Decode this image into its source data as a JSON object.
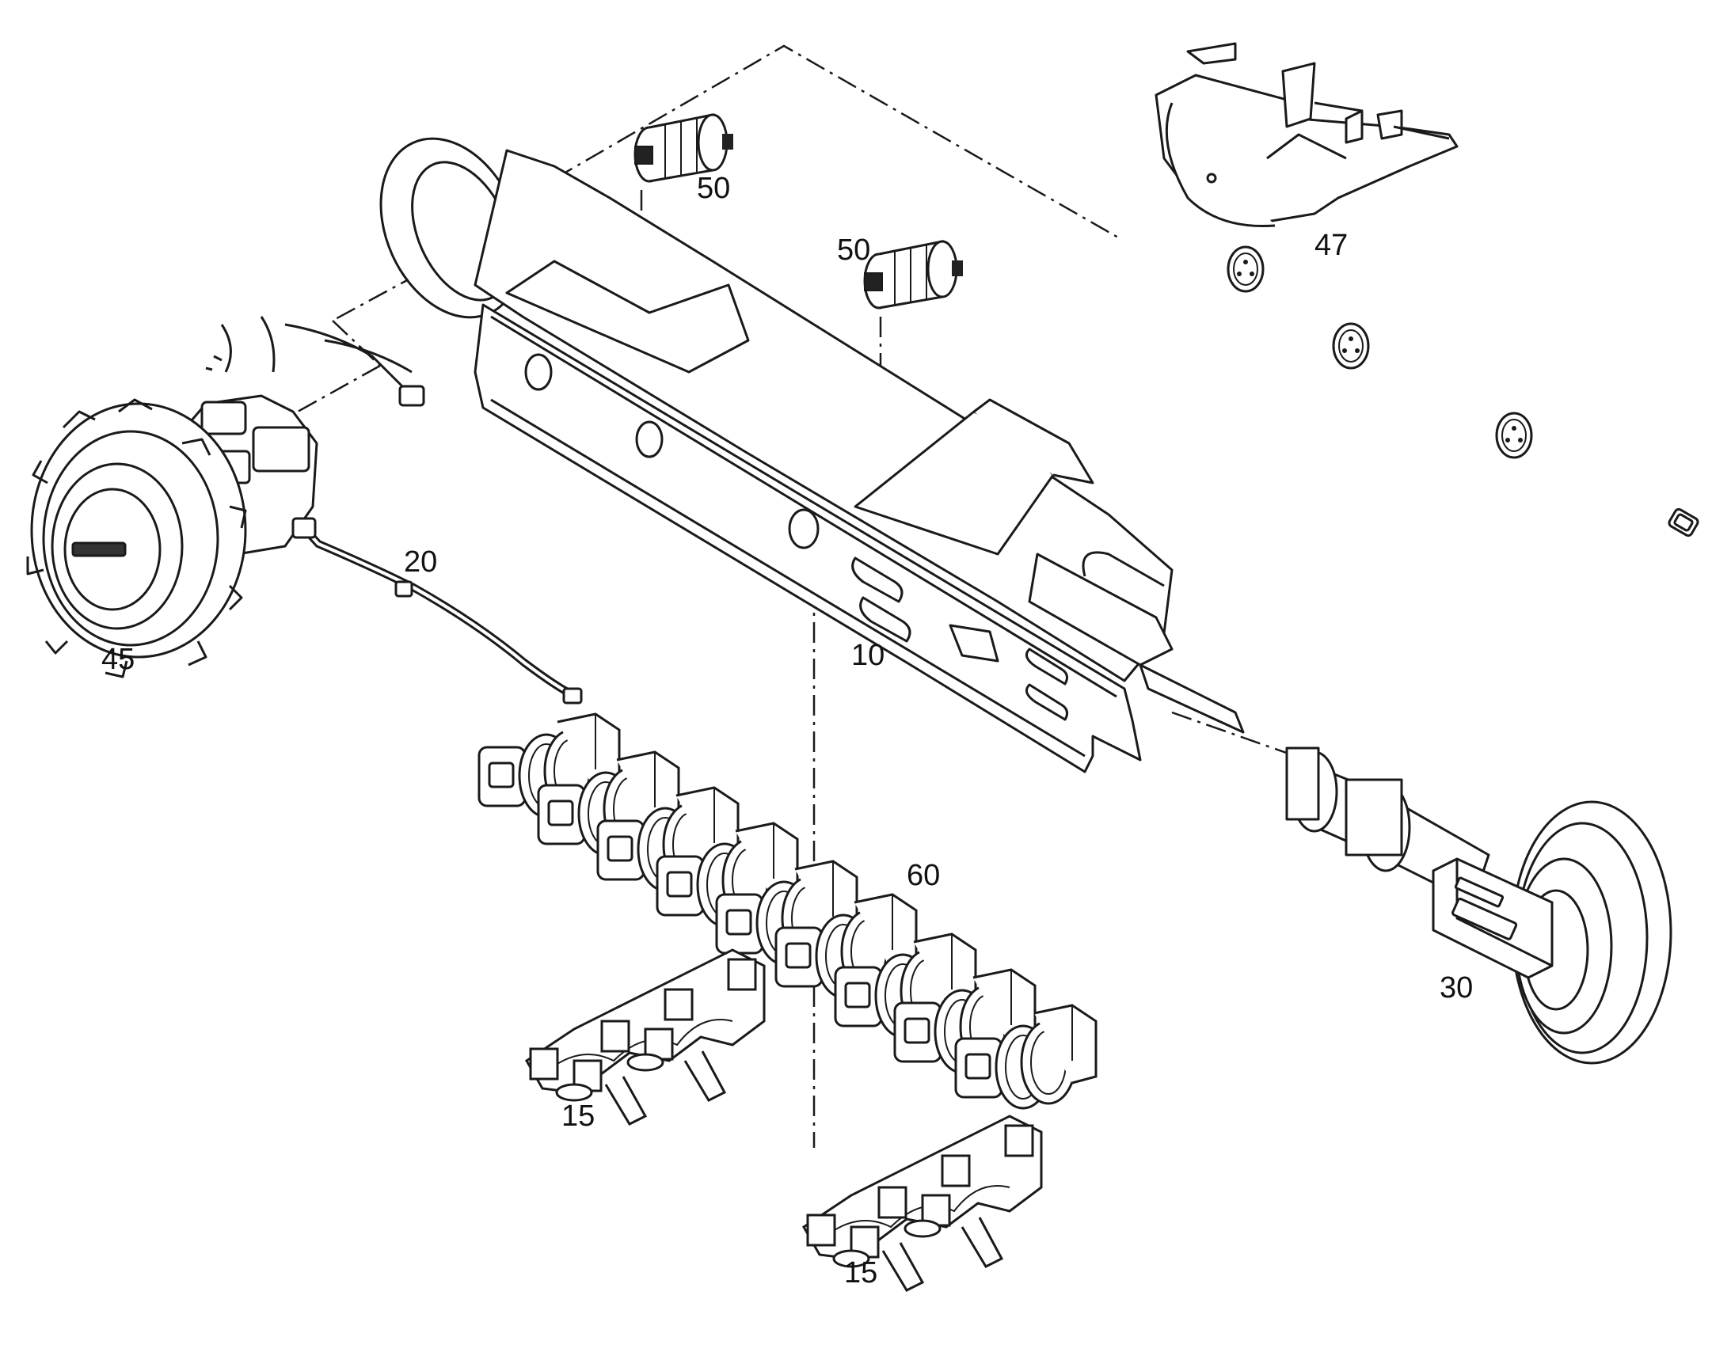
{
  "colors": {
    "stroke": "#1a1a1a",
    "fill": "#ffffff",
    "shade": "#e9e9e9",
    "text": "#111111"
  },
  "callouts": {
    "c10": "10",
    "c15a": "15",
    "c15b": "15",
    "c20": "20",
    "c30": "30",
    "c45": "45",
    "c47": "47",
    "c50a": "50",
    "c50b": "50",
    "c60": "60"
  }
}
